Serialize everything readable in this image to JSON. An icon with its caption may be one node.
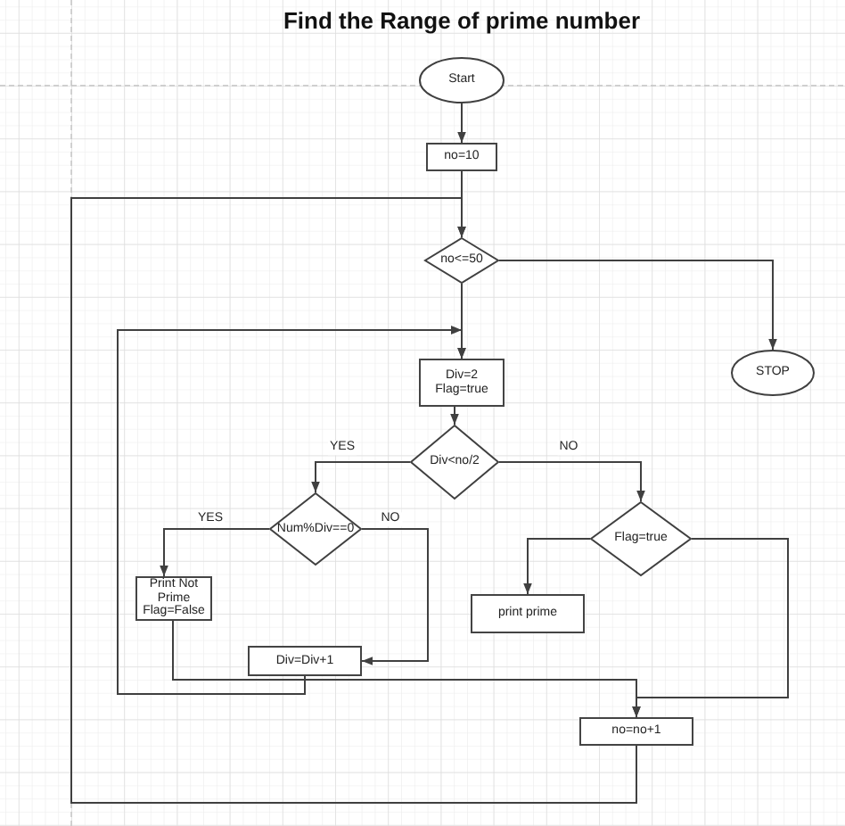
{
  "diagram": {
    "title": "Find the Range of prime number",
    "nodes": [
      {
        "text": [
          "Start"
        ]
      },
      {
        "text": [
          "no=10"
        ]
      },
      {
        "text": [
          "no<=50"
        ]
      },
      {
        "text": [
          "STOP"
        ]
      },
      {
        "text": [
          "Div=2 Flag=true"
        ]
      },
      {
        "text": [
          "Div<no/2"
        ]
      },
      {
        "text": [
          "Num%Div==0"
        ]
      },
      {
        "text": [
          "Flag=true"
        ]
      },
      {
        "text": [
          "Print Not Prime Flag=False"
        ]
      },
      {
        "text": [
          "print prime"
        ]
      },
      {
        "text": [
          "Div=Div+1"
        ]
      },
      {
        "text": [
          "no=no+1"
        ]
      }
    ],
    "edges": [
      {
        "from": 0,
        "to": 1,
        "arrow": "to"
      },
      {
        "from": 1,
        "to": 2,
        "arrow": "to"
      },
      {
        "from": 2,
        "to": 3,
        "arrow": "to"
      },
      {
        "from": 2,
        "to": 4,
        "arrow": "to"
      },
      {
        "from": 4,
        "to": 5,
        "arrow": "to"
      },
      {
        "from": 5,
        "to": 6,
        "arrow": "to",
        "label": "YES"
      },
      {
        "from": 5,
        "to": 7,
        "arrow": "to",
        "label": "NO"
      },
      {
        "from": 6,
        "to": 8,
        "arrow": "to",
        "label": "YES"
      },
      {
        "from": 6,
        "to": 10,
        "arrow": "to",
        "label": "NO"
      },
      {
        "from": 8,
        "to": 11,
        "arrow": "to"
      },
      {
        "from": 10,
        "to": 4,
        "arrow": "to"
      },
      {
        "from": 7,
        "to": 9,
        "arrow": "to"
      },
      {
        "from": 7,
        "to": 11,
        "arrow": "to"
      },
      {
        "from": 11,
        "to": 2,
        "arrow": "to"
      }
    ]
  }
}
